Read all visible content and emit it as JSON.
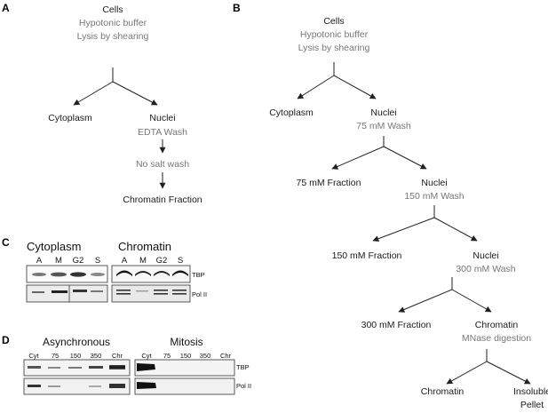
{
  "panels": {
    "a": {
      "letter": "A",
      "start": {
        "title": "Cells",
        "sub1": "Hypotonic buffer",
        "sub2": "Lysis by shearing"
      },
      "left": "Cytoplasm",
      "right": {
        "title": "Nuclei",
        "sub": "EDTA Wash"
      },
      "mid": "No salt wash",
      "end": "Chromatin Fraction"
    },
    "b": {
      "letter": "B",
      "start": {
        "title": "Cells",
        "sub1": "Hypotonic buffer",
        "sub2": "Lysis by shearing"
      },
      "level1": {
        "left": "Cytoplasm",
        "right_title": "Nuclei",
        "right_sub": "75 mM Wash"
      },
      "level2": {
        "left": "75 mM Fraction",
        "right_title": "Nuclei",
        "right_sub": "150 mM Wash"
      },
      "level3": {
        "left": "150 mM Fraction",
        "right_title": "Nuclei",
        "right_sub": "300 mM Wash"
      },
      "level4": {
        "left": "300 mM Fraction",
        "right_title": "Chromatin",
        "right_sub": "MNase digestion"
      },
      "level5": {
        "left": "Chromatin",
        "right1": "Insoluble",
        "right2": "Pellet"
      }
    },
    "c": {
      "letter": "C",
      "left_header": "Cytoplasm",
      "right_header": "Chromatin",
      "left_lanes": [
        "A",
        "M",
        "G2",
        "S"
      ],
      "right_lanes": [
        "A",
        "M",
        "G2",
        "S"
      ],
      "row_labels": [
        "TBP",
        "Pol II"
      ]
    },
    "d": {
      "letter": "D",
      "left_header": "Asynchronous",
      "right_header": "Mitosis",
      "left_lanes": [
        "Cyt",
        "75",
        "150",
        "350",
        "Chr"
      ],
      "right_lanes": [
        "Cyt",
        "75",
        "150",
        "350",
        "Chr"
      ],
      "row_labels": [
        "TBP",
        "Pol II"
      ]
    }
  }
}
